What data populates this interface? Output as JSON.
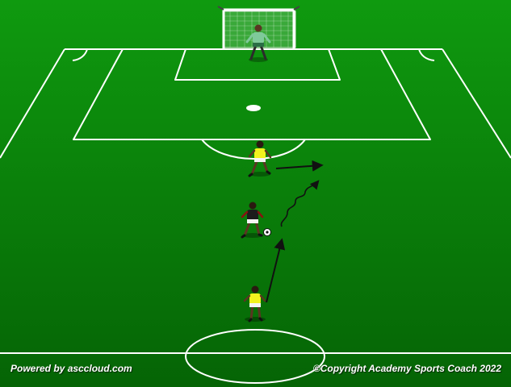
{
  "footer": {
    "powered_by": "Powered by asccloud.com",
    "copyright": "©Copyright Academy Sports Coach 2022"
  },
  "colors": {
    "grass_top": "#0f9a0f",
    "grass_bottom": "#056405",
    "lines": "#ffffff",
    "attacker_shirt": "#f2f21e",
    "defender_shirt": "#1c1c1c",
    "goalkeeper_shirt": "#7fc99a",
    "arrow": "#111111"
  },
  "diagram": {
    "players": [
      {
        "name": "goalkeeper",
        "role": "goalkeeper",
        "icon": "goalkeeper-icon"
      },
      {
        "name": "defender",
        "role": "defender",
        "icon": "defender-icon"
      },
      {
        "name": "attacker-with-ball",
        "role": "attacker",
        "icon": "attacker-icon"
      },
      {
        "name": "supporting-attacker",
        "role": "attacker",
        "icon": "attacker-icon"
      }
    ],
    "movements": [
      {
        "name": "attacker-run",
        "style": "straight-arrow"
      },
      {
        "name": "dribble",
        "style": "wavy-arrow"
      },
      {
        "name": "defender-shift",
        "style": "straight-arrow"
      }
    ],
    "ball": {
      "icon": "football-icon"
    }
  }
}
